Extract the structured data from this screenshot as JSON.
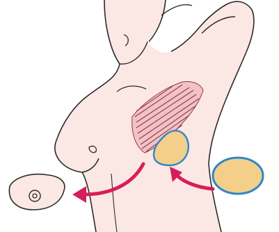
{
  "colors": {
    "background": "#ffffff",
    "outline": "#2a2a2a",
    "skin": "#fbe7e4",
    "muscle_fill": "#f3c2c4",
    "muscle_lines": "#8a3a4a",
    "implant_fill": "#f3cf8a",
    "implant_border": "#2f86c8",
    "arrow": "#d61e5a"
  },
  "icons": {
    "torso": "female-torso-figure",
    "muscle": "latissimus-muscle-hatching",
    "implant_inserted": "implant-in-pocket",
    "implant_new": "implant-oval",
    "removed_tissue": "breast-tissue-with-nipple",
    "arrow_out": "curved-arrow-left",
    "arrow_in": "curved-arrow-right-to-left"
  }
}
